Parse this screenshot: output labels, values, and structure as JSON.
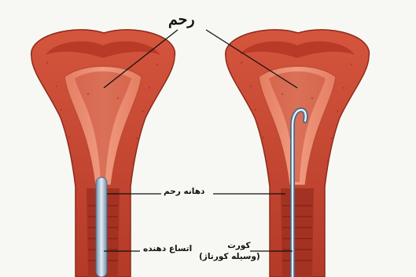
{
  "labels": {
    "uterus": "رحم",
    "cervix": "دهانه رحم",
    "dilator": "اتساع دهنده",
    "curette_line1": "کورت",
    "curette_line2": "(وسیله کورتاژ)"
  },
  "colors": {
    "background": "#f7f8f3",
    "muscle": "#c8432f",
    "muscle_dark": "#8e2a1c",
    "lining": "#e4846a",
    "instrument": "#9fb6cc",
    "leader_line": "#111111"
  }
}
